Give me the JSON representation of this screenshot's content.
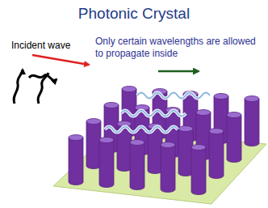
{
  "diagram": {
    "title": "Photonic Crystal",
    "labels": [
      "Incident wave",
      "Only certain wavelengths are allowed to propagate inside"
    ]
  }
}
